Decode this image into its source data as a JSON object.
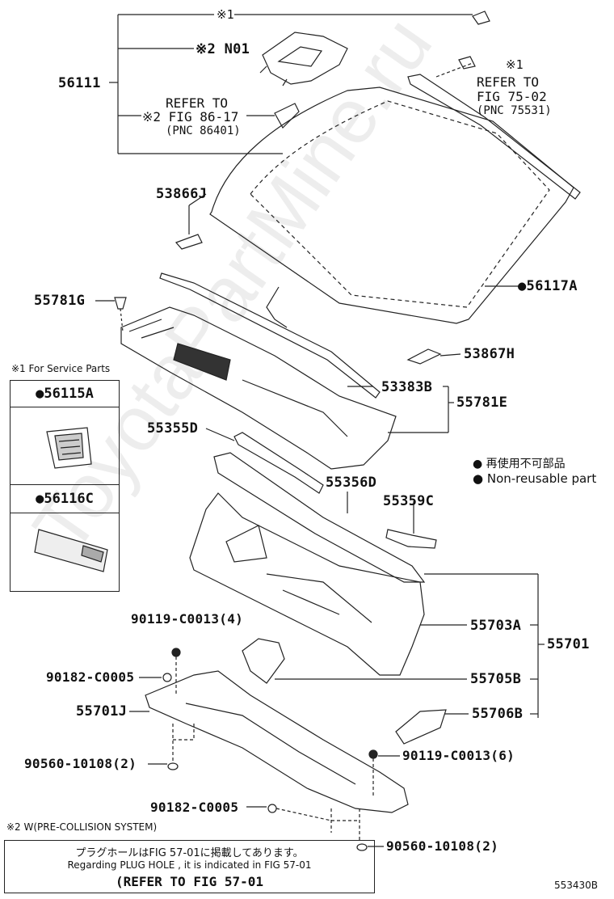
{
  "callouts": {
    "p56111": "56111",
    "note1_top": "※1",
    "note2_n01": "※2 N01",
    "refer86_line1": "REFER TO",
    "refer86_line2": "※2 FIG 86-17",
    "refer86_line3": "(PNC 86401)",
    "note1_right": "※1",
    "refer75_line1": "REFER TO",
    "refer75_line2": "FIG 75-02",
    "refer75_line3": "(PNC 75531)",
    "p53866J": "53866J",
    "p56117A": "●56117A",
    "p55781G": "55781G",
    "p53867H": "53867H",
    "p53383B": "53383B",
    "p55781E": "55781E",
    "p55355D": "55355D",
    "p55356D": "55356D",
    "p55359C": "55359C",
    "p90119a": "90119-C0013(4)",
    "p55703A": "55703A",
    "p55701": "55701",
    "p90182a": "90182-C0005",
    "p55705B": "55705B",
    "p55701J": "55701J",
    "p55706B": "55706B",
    "p90560a": "90560-10108(2)",
    "p90119b": "90119-C0013(6)",
    "p90182b": "90182-C0005",
    "p90560b": "90560-10108(2)"
  },
  "service_panel": {
    "header": "※1 For Service Parts",
    "item1": "●56115A",
    "item2": "●56116C"
  },
  "legend": {
    "jp": "● 再使用不可部品",
    "en": "● Non-reusable part"
  },
  "footnote2": "※2 W(PRE-COLLISION SYSTEM)",
  "notebox": {
    "jp": "プラグホールはFIG 57-01に掲載してあります。",
    "en": "Regarding PLUG HOLE , it is indicated in FIG 57-01",
    "ref": "(REFER TO FIG 57-01"
  },
  "diagram_id": "553430B",
  "watermark": "ToyotaPartMine.ru"
}
